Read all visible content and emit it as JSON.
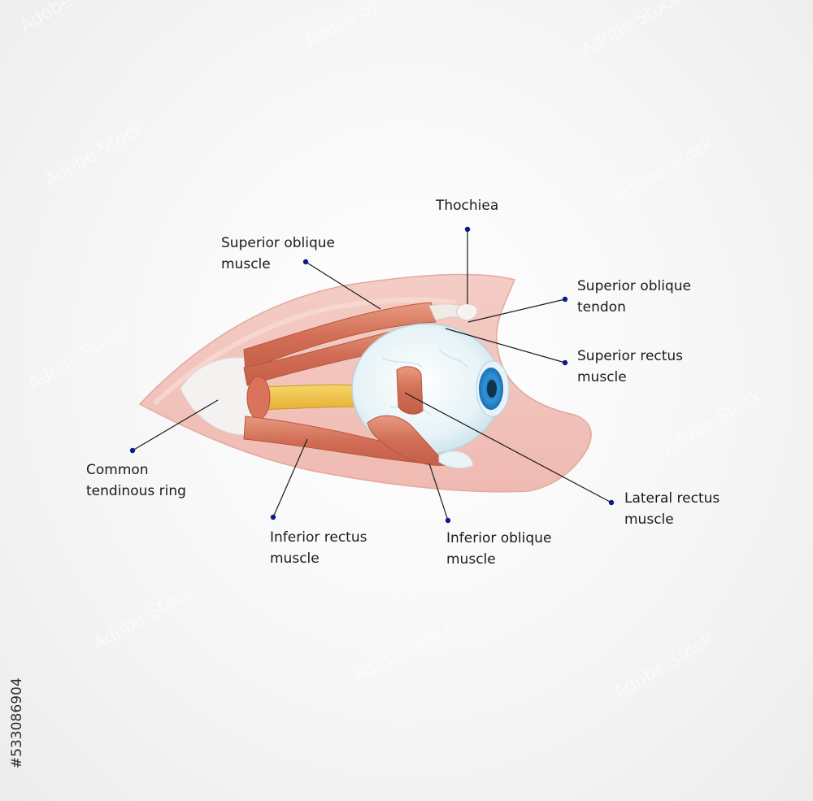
{
  "labels": {
    "thochiea": [
      "Thochiea"
    ],
    "superior_oblique_muscle": [
      "Superior oblique",
      "muscle"
    ],
    "superior_oblique_tendon": [
      "Superior oblique",
      "tendon"
    ],
    "superior_rectus_muscle": [
      "Superior rectus",
      "muscle"
    ],
    "common_tendinous_ring": [
      "Common",
      "tendinous ring"
    ],
    "lateral_rectus_muscle": [
      "Lateral rectus",
      "muscle"
    ],
    "inferior_rectus_muscle": [
      "Inferior rectus",
      "muscle"
    ],
    "inferior_oblique_muscle": [
      "Inferior oblique",
      "muscle"
    ]
  },
  "stock_id": "#533086904",
  "watermark": "Adobe Stock",
  "colors": {
    "background": "#f4f4f4",
    "orbit": "#f2c4bd",
    "muscle": "#d9785f",
    "optic_nerve": "#efc244",
    "sclera": "#dfeff4",
    "iris": "#2f8fd0",
    "leader_dot": "#0a1a8c"
  }
}
